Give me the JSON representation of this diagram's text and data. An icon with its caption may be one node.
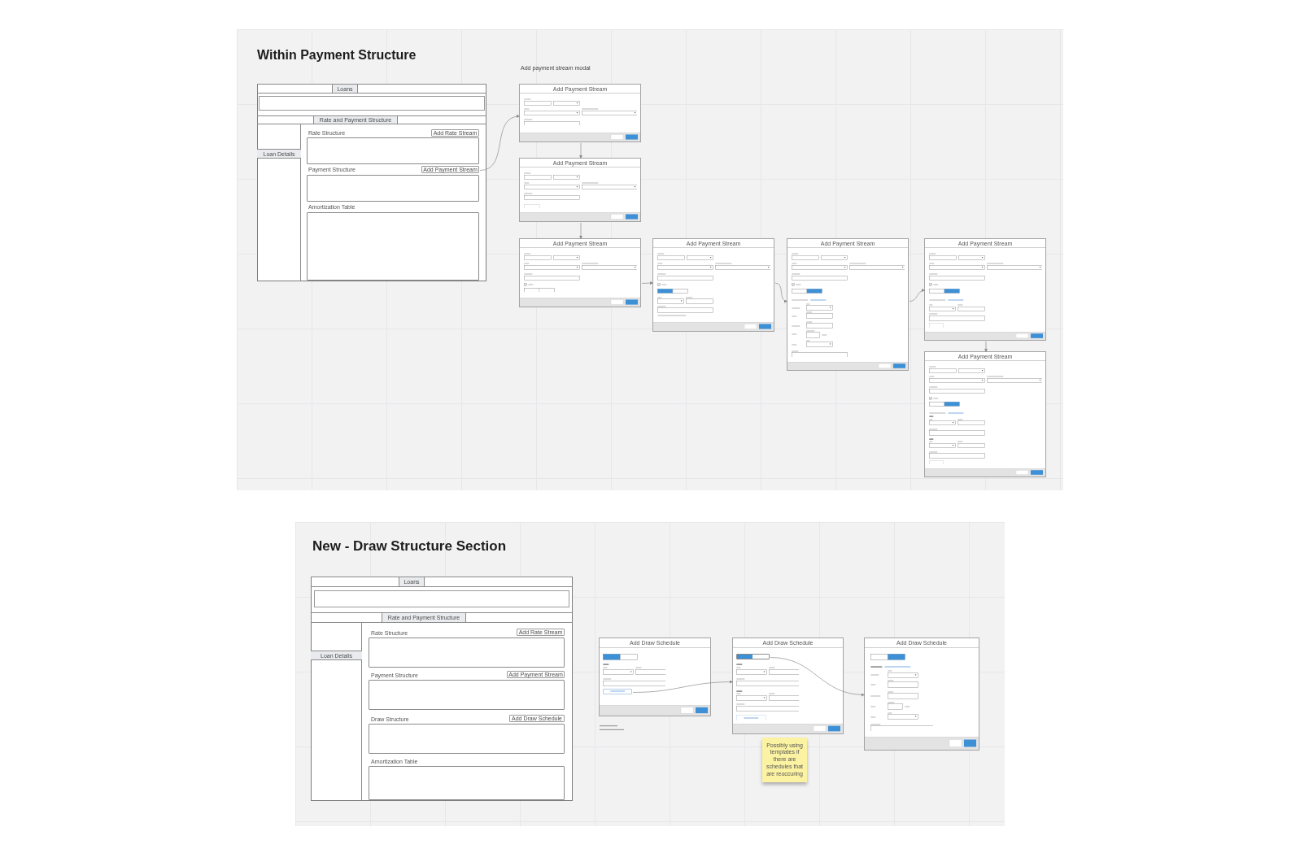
{
  "diagram": {
    "nodes": [
      {
        "text": [
          "Within Payment Structure"
        ]
      },
      {
        "text": [
          "Rate Structure",
          "Payment Structure",
          "Amortization Table"
        ],
        "in": 0
      },
      {
        "text": [
          "Loans"
        ],
        "in": 1
      },
      {
        "text": [
          "Rate and Payment Structure"
        ],
        "in": 1
      },
      {
        "text": [
          "Loan Details"
        ],
        "in": 1
      },
      {
        "text": [
          "Add Rate Stream"
        ],
        "in": 1
      },
      {
        "text": [],
        "shape": "box",
        "in": 1
      },
      {
        "text": [
          "Add Payment Stream"
        ],
        "in": 1
      },
      {
        "text": [],
        "shape": "box",
        "in": 1
      },
      {
        "text": [],
        "shape": "box",
        "in": 1
      },
      {
        "text": [
          "Add Payment Stream"
        ],
        "in": 0
      },
      {
        "text": [
          "Add Payment Stream"
        ],
        "in": 0
      },
      {
        "text": [
          "Add Payment Stream"
        ],
        "in": 0
      },
      {
        "text": [
          "Add Payment Stream"
        ],
        "in": 0
      },
      {
        "text": [
          "Add Payment Stream"
        ],
        "in": 0
      },
      {
        "text": [
          "Add Payment Stream"
        ],
        "in": 0
      },
      {
        "text": [
          "Add Payment Stream"
        ],
        "in": 0
      },
      {
        "text": [
          "New - Draw Structure Section"
        ]
      },
      {
        "text": [
          "Rate Structure",
          "Payment Structure",
          "Draw Structure",
          "Amortization Table"
        ],
        "in": 17
      },
      {
        "text": [
          "Loans"
        ],
        "in": 18
      },
      {
        "text": [
          "Rate and Payment Structure"
        ],
        "in": 18
      },
      {
        "text": [
          "Loan Details"
        ],
        "in": 18
      },
      {
        "text": [
          "Add Rate Stream"
        ],
        "in": 18
      },
      {
        "text": [],
        "shape": "box",
        "in": 18
      },
      {
        "text": [
          "Add Payment Stream"
        ],
        "in": 18
      },
      {
        "text": [],
        "shape": "box",
        "in": 18
      },
      {
        "text": [
          "Add Draw Schedule"
        ],
        "in": 18
      },
      {
        "text": [],
        "shape": "box",
        "in": 18
      },
      {
        "text": [],
        "shape": "box",
        "in": 18
      },
      {
        "text": [
          "Add Draw Schedule"
        ],
        "in": 17
      },
      {
        "text": [],
        "shape": "box",
        "in": 29
      },
      {
        "text": [
          "Add Draw Schedule"
        ],
        "in": 17
      },
      {
        "text": [],
        "shape": "box",
        "in": 31
      },
      {
        "text": [
          "Add Draw Schedule"
        ],
        "in": 17
      },
      {
        "text": [
          "Possibly using templates if there are schedules that are reoccuring"
        ],
        "in": 17
      }
    ],
    "edges": [
      {
        "from": 7,
        "to": 10,
        "arrow": "to"
      },
      {
        "from": 10,
        "to": 11,
        "arrow": "to"
      },
      {
        "from": 11,
        "to": 12,
        "arrow": "to"
      },
      {
        "from": 12,
        "to": 13,
        "arrow": "to"
      },
      {
        "from": 13,
        "to": 14,
        "arrow": "to"
      },
      {
        "from": 14,
        "to": 15,
        "arrow": "to"
      },
      {
        "from": 15,
        "to": 16,
        "arrow": "to"
      },
      {
        "from": 30,
        "to": 31,
        "arrow": "to"
      },
      {
        "from": 32,
        "to": 33,
        "arrow": "to"
      }
    ],
    "labels": [
      "Add payment stream modal"
    ]
  }
}
